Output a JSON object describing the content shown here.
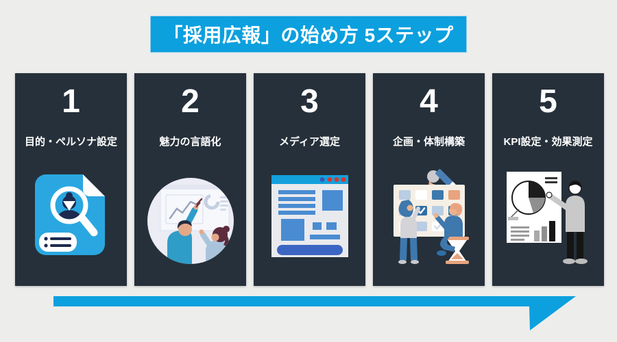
{
  "page": {
    "background_color": "#ededec",
    "type": "infographic"
  },
  "title": {
    "text": "「採用広報」の始め方 5ステップ",
    "bg_color": "#0ca0de",
    "text_color": "#ffffff"
  },
  "steps": [
    {
      "number": "1",
      "label": "目的・ペルソナ設定",
      "illustration": "persona-search-document-icon"
    },
    {
      "number": "2",
      "label": "魅力の言語化",
      "illustration": "two-people-whiteboard-discussion"
    },
    {
      "number": "3",
      "label": "メディア選定",
      "illustration": "browser-website-layout"
    },
    {
      "number": "4",
      "label": "企画・体制構築",
      "illustration": "team-planning-checkboard"
    },
    {
      "number": "5",
      "label": "KPI設定・効果測定",
      "illustration": "presenter-with-charts-report"
    }
  ],
  "arrow": {
    "direction": "left-to-right-swoosh",
    "color": "#0ca0de"
  },
  "colors": {
    "card_bg": "#26303a",
    "accent_blue": "#0ca0de",
    "icon_blue": "#2aa7e0",
    "navy": "#1d2b50",
    "mid_blue": "#4a8cd2",
    "indigo_button": "#3c66c3",
    "board_cream": "#f6efe5",
    "cell_light_blue": "#b9cde4",
    "cell_blue": "#3c79ae",
    "cell_orange": "#e8a47e"
  }
}
